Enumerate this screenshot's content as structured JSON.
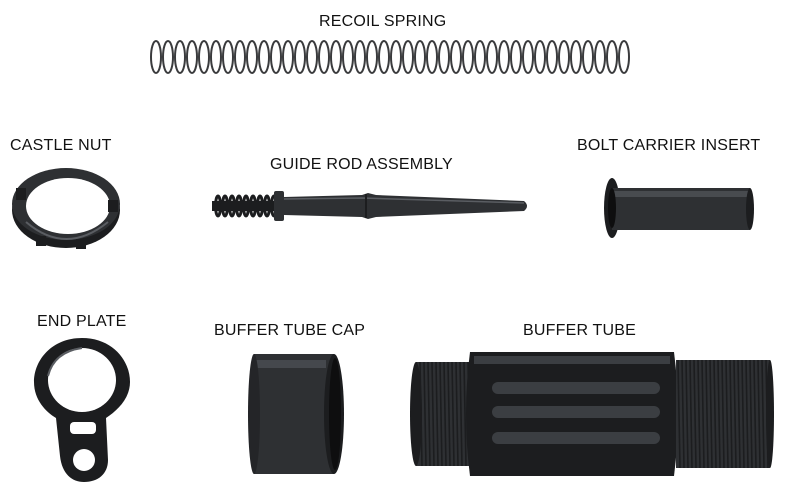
{
  "colors": {
    "background": "#ffffff",
    "metal_dark": "#1c1d1f",
    "metal_mid": "#2e3033",
    "metal_highlight": "#5a5d62",
    "spring": "#3a3b3d",
    "text": "#111111"
  },
  "parts": [
    {
      "id": "recoil-spring",
      "label": "RECOIL SPRING",
      "icon": "recoil-spring-icon"
    },
    {
      "id": "castle-nut",
      "label": "CASTLE NUT",
      "icon": "castle-nut-icon"
    },
    {
      "id": "guide-rod-assembly",
      "label": "GUIDE ROD ASSEMBLY",
      "icon": "guide-rod-icon"
    },
    {
      "id": "bolt-carrier-insert",
      "label": "BOLT CARRIER INSERT",
      "icon": "bolt-carrier-insert-icon"
    },
    {
      "id": "end-plate",
      "label": "END PLATE",
      "icon": "end-plate-icon"
    },
    {
      "id": "buffer-tube-cap",
      "label": "BUFFER TUBE CAP",
      "icon": "buffer-tube-cap-icon"
    },
    {
      "id": "buffer-tube",
      "label": "BUFFER TUBE",
      "icon": "buffer-tube-icon"
    }
  ]
}
